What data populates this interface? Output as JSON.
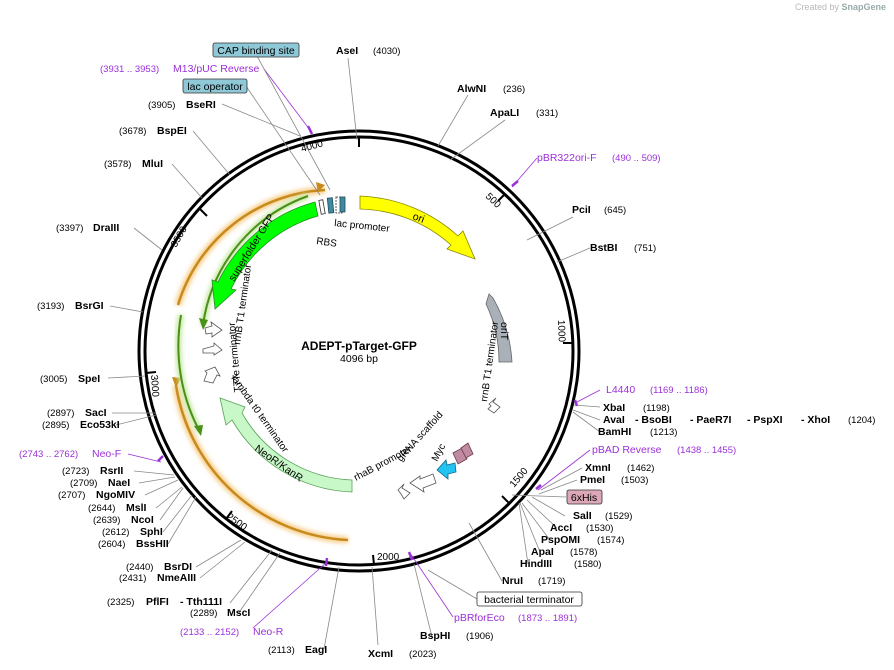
{
  "credit": {
    "prefix": "Created by",
    "brand": "SnapGene"
  },
  "plasmid": {
    "name": "ADEPT-pTarget-GFP",
    "size_label": "4096 bp"
  },
  "ticks": [
    "500",
    "1000",
    "1500",
    "2000",
    "2500",
    "3000",
    "3500",
    "4000"
  ],
  "enzymes": [
    {
      "name": "AseI",
      "pos": "(4030)"
    },
    {
      "name": "AlwNI",
      "pos": "(236)"
    },
    {
      "name": "ApaLI",
      "pos": "(331)"
    },
    {
      "name": "PciI",
      "pos": "(645)"
    },
    {
      "name": "BstBI",
      "pos": "(751)"
    },
    {
      "name": "XbaI",
      "pos": "(1198)"
    },
    {
      "name": "AvaI",
      "pos": ""
    },
    {
      "name": "- BsoBI",
      "pos": ""
    },
    {
      "name": "- PaeR7I",
      "pos": ""
    },
    {
      "name": "- PspXI",
      "pos": ""
    },
    {
      "name": "- XhoI",
      "pos": "(1204)"
    },
    {
      "name": "BamHI",
      "pos": "(1213)"
    },
    {
      "name": "XmnI",
      "pos": "(1462)"
    },
    {
      "name": "PmeI",
      "pos": "(1503)"
    },
    {
      "name": "SalI",
      "pos": "(1529)"
    },
    {
      "name": "AccI",
      "pos": "(1530)"
    },
    {
      "name": "PspOMI",
      "pos": "(1574)"
    },
    {
      "name": "ApaI",
      "pos": "(1578)"
    },
    {
      "name": "HindIII",
      "pos": "(1580)"
    },
    {
      "name": "NruI",
      "pos": "(1719)"
    },
    {
      "name": "BspHI",
      "pos": "(1906)"
    },
    {
      "name": "XcmI",
      "pos": "(2023)"
    },
    {
      "name": "EagI",
      "pos": "(2113)"
    },
    {
      "name": "MscI",
      "pos": "(2289)"
    },
    {
      "name": "PflFI",
      "pos": "(2325)"
    },
    {
      "name": "- Tth111I",
      "pos": ""
    },
    {
      "name": "NmeAIII",
      "pos": "(2431)"
    },
    {
      "name": "BsrDI",
      "pos": "(2440)"
    },
    {
      "name": "BssHII",
      "pos": "(2604)"
    },
    {
      "name": "SphI",
      "pos": "(2612)"
    },
    {
      "name": "NcoI",
      "pos": "(2639)"
    },
    {
      "name": "MslI",
      "pos": "(2644)"
    },
    {
      "name": "NgoMIV",
      "pos": "(2707)"
    },
    {
      "name": "NaeI",
      "pos": "(2709)"
    },
    {
      "name": "RsrII",
      "pos": "(2723)"
    },
    {
      "name": "Eco53kI",
      "pos": "(2895)"
    },
    {
      "name": "SacI",
      "pos": "(2897)"
    },
    {
      "name": "SpeI",
      "pos": "(3005)"
    },
    {
      "name": "BsrGI",
      "pos": "(3193)"
    },
    {
      "name": "DraIII",
      "pos": "(3397)"
    },
    {
      "name": "MluI",
      "pos": "(3578)"
    },
    {
      "name": "BspEI",
      "pos": "(3678)"
    },
    {
      "name": "BseRI",
      "pos": "(3905)"
    }
  ],
  "primers": [
    {
      "name": "M13/pUC Reverse",
      "pos": "(3931 .. 3953)"
    },
    {
      "name": "pBR322ori-F",
      "pos": "(490 .. 509)"
    },
    {
      "name": "L4440",
      "pos": "(1169 .. 1186)"
    },
    {
      "name": "pBAD Reverse",
      "pos": "(1438 .. 1455)"
    },
    {
      "name": "pBRforEco",
      "pos": "(1873 .. 1891)"
    },
    {
      "name": "Neo-R",
      "pos": "(2133 .. 2152)"
    },
    {
      "name": "Neo-F",
      "pos": "(2743 .. 2762)"
    }
  ],
  "boxed_features": [
    {
      "name": "CAP binding site",
      "color": "#8fc9d8"
    },
    {
      "name": "lac operator",
      "color": "#8fc9d8"
    },
    {
      "name": "6xHis",
      "color": "#dca8b8"
    },
    {
      "name": "bacterial terminator",
      "color": "#ffffff"
    }
  ],
  "features": {
    "ori": "ori",
    "oriT": "oriT",
    "lac_promoter": "lac promoter",
    "rbs": "RBS",
    "superfolder_gfp": "superfolder GFP",
    "rrnb_t1_a": "rrnB T1 terminator",
    "t7te": "T7Te terminator",
    "lambda_t0": "lambda t0 terminator",
    "neor": "NeoR/KanR",
    "rrnb_t1_b": "rrnB T1 terminator",
    "grna": "gRNA scaffold",
    "myc": "Myc",
    "rhab": "rhaB promoter"
  },
  "colors": {
    "ori": "#ffff00",
    "gfp": "#00ff00",
    "neor": "#c8f7c8",
    "orit": "#a9b0b8",
    "primer": "#9b30d9",
    "rail": "#f5c27a",
    "myc": "#22c3f0"
  }
}
